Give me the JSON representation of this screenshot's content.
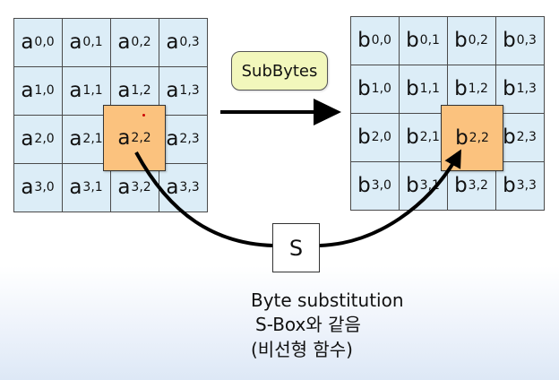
{
  "input_state": {
    "symbol": "a",
    "cells": [
      [
        "0,0",
        "0,1",
        "0,2",
        "0,3"
      ],
      [
        "1,0",
        "1,1",
        "1,2",
        "1,3"
      ],
      [
        "2,0",
        "2,1",
        "2,2",
        "2,3"
      ],
      [
        "3,0",
        "3,1",
        "3,2",
        "3,3"
      ]
    ],
    "highlighted": "2,2"
  },
  "output_state": {
    "symbol": "b",
    "cells": [
      [
        "0,0",
        "0,1",
        "0,2",
        "0,3"
      ],
      [
        "1,0",
        "1,1",
        "1,2",
        "1,3"
      ],
      [
        "2,0",
        "2,1",
        "2,2",
        "2,3"
      ],
      [
        "3,0",
        "3,1",
        "3,2",
        "3,3"
      ]
    ],
    "highlighted": "2,2"
  },
  "operation_label": "SubBytes",
  "sbox_label": "S",
  "caption": {
    "line1": "Byte substitution",
    "line2": "S-Box와 같음",
    "line3": "(비선형 함수)"
  },
  "colors": {
    "cell_fill": "#dcedf7",
    "highlight_fill": "#fbc27e",
    "label_fill": "#f2f7bc",
    "arrow": "#000000"
  }
}
